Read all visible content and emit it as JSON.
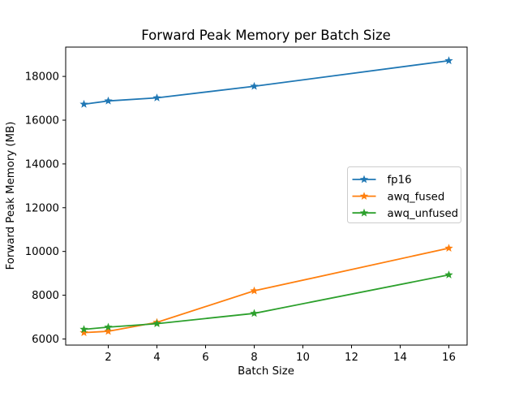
{
  "figure": {
    "title": "Forward Peak Memory per Batch Size",
    "xlabel": "Batch Size",
    "ylabel": "Forward Peak Memory (MB)"
  },
  "chart_data": {
    "type": "line",
    "title": "Forward Peak Memory per Batch Size",
    "xlabel": "Batch Size",
    "ylabel": "Forward Peak Memory (MB)",
    "x": [
      1,
      2,
      4,
      8,
      16
    ],
    "series": [
      {
        "name": "fp16",
        "color": "#1f77b4",
        "values": [
          16730,
          16880,
          17020,
          17550,
          18720
        ]
      },
      {
        "name": "awq_fused",
        "color": "#ff7f0e",
        "values": [
          6290,
          6350,
          6760,
          8200,
          10150
        ]
      },
      {
        "name": "awq_unfused",
        "color": "#2ca02c",
        "values": [
          6440,
          6540,
          6700,
          7170,
          8930
        ]
      }
    ],
    "marker": "star",
    "xlim": [
      0.25,
      16.75
    ],
    "ylim": [
      5720,
      19340
    ],
    "xticks": [
      2,
      4,
      6,
      8,
      10,
      12,
      14,
      16
    ],
    "yticks": [
      6000,
      8000,
      10000,
      12000,
      14000,
      16000,
      18000
    ],
    "grid": false,
    "legend": {
      "position": "center right",
      "entries": [
        "fp16",
        "awq_fused",
        "awq_unfused"
      ],
      "border_color": "#cccccc",
      "background": "#ffffff"
    },
    "colors": {
      "spine": "#000000",
      "tick": "#000000",
      "text": "#000000",
      "background": "#ffffff"
    }
  }
}
